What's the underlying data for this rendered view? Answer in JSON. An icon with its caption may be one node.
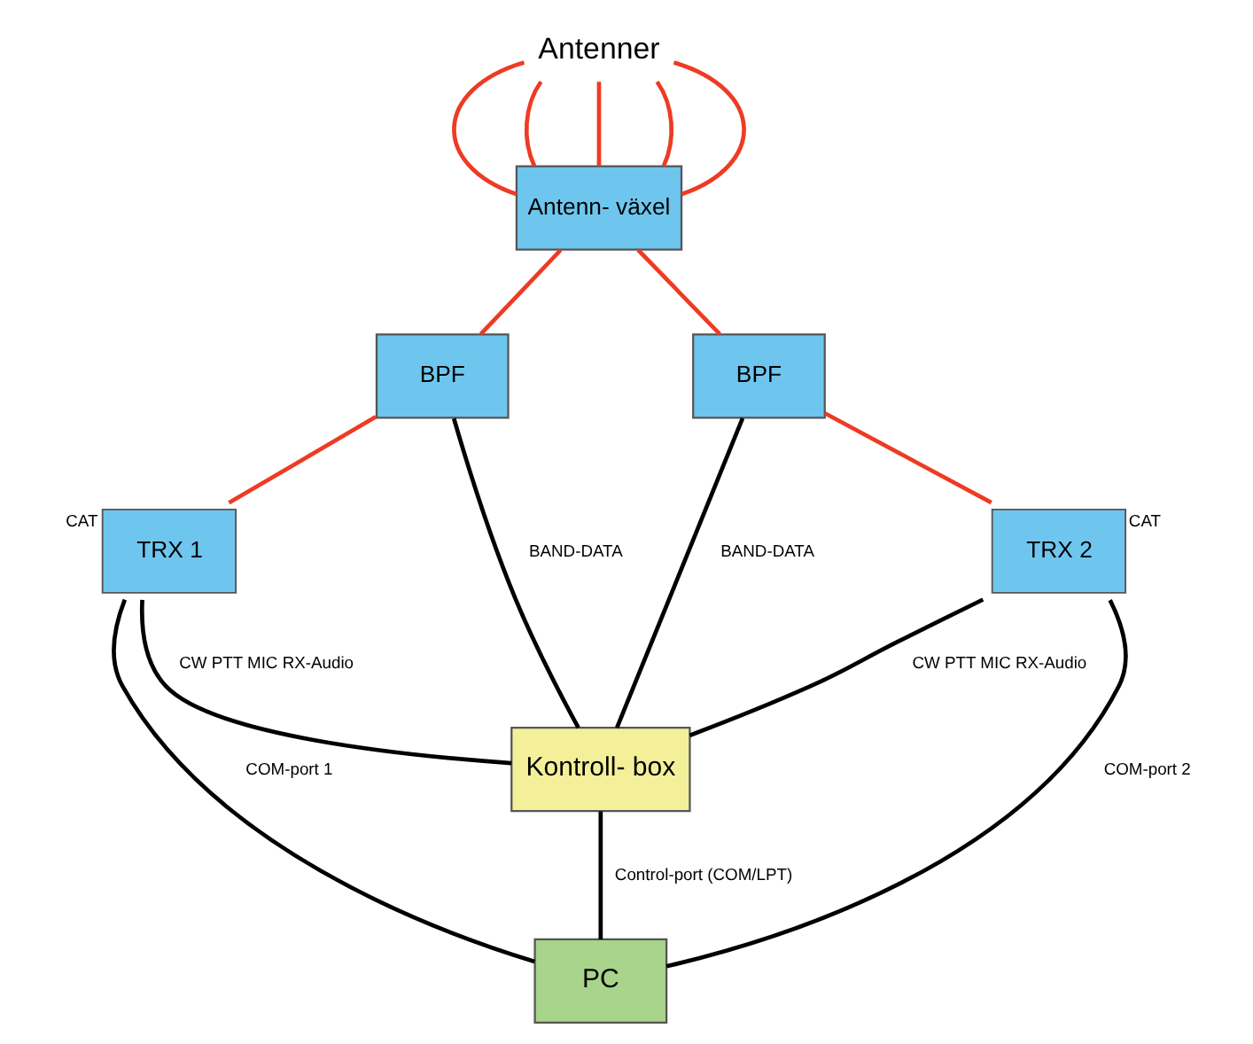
{
  "diagram": {
    "nodes": [
      {
        "text": [
          "Antenner"
        ]
      },
      {
        "text": [
          "Antenn- växel"
        ]
      },
      {
        "text": [
          "BPF"
        ]
      },
      {
        "text": [
          "BPF"
        ]
      },
      {
        "text": [
          "TRX 1"
        ],
        "beside": [
          "CAT"
        ]
      },
      {
        "text": [
          "TRX 2"
        ],
        "beside": [
          "CAT"
        ]
      },
      {
        "text": [
          "Kontroll- box"
        ]
      },
      {
        "text": [
          "PC"
        ]
      }
    ],
    "edges": [
      {
        "from": 0,
        "to": 1,
        "arrow": "none",
        "color": "#ee3b24"
      },
      {
        "from": 0,
        "to": 1,
        "arrow": "none",
        "color": "#ee3b24"
      },
      {
        "from": 0,
        "to": 1,
        "arrow": "none",
        "color": "#ee3b24"
      },
      {
        "from": 0,
        "to": 1,
        "arrow": "none",
        "color": "#ee3b24"
      },
      {
        "from": 0,
        "to": 1,
        "arrow": "none",
        "color": "#ee3b24"
      },
      {
        "from": 1,
        "to": 2,
        "arrow": "none",
        "color": "#ee3b24"
      },
      {
        "from": 1,
        "to": 3,
        "arrow": "none",
        "color": "#ee3b24"
      },
      {
        "from": 2,
        "to": 4,
        "arrow": "none",
        "color": "#ee3b24"
      },
      {
        "from": 3,
        "to": 5,
        "arrow": "none",
        "color": "#ee3b24"
      },
      {
        "from": 2,
        "to": 6,
        "arrow": "none",
        "label": "BAND-DATA",
        "color": "#000000"
      },
      {
        "from": 3,
        "to": 6,
        "arrow": "none",
        "label": "BAND-DATA",
        "color": "#000000"
      },
      {
        "from": 4,
        "to": 6,
        "arrow": "none",
        "label": "CW PTT MIC RX-Audio",
        "color": "#000000"
      },
      {
        "from": 5,
        "to": 6,
        "arrow": "none",
        "label": "CW PTT MIC RX-Audio",
        "color": "#000000"
      },
      {
        "from": 6,
        "to": 7,
        "arrow": "none",
        "label": "Control-port (COM/LPT)",
        "color": "#000000"
      },
      {
        "from": 4,
        "to": 7,
        "arrow": "none",
        "label": "COM-port 1",
        "color": "#000000"
      },
      {
        "from": 5,
        "to": 7,
        "arrow": "none",
        "label": "COM-port 2",
        "color": "#000000"
      }
    ]
  }
}
